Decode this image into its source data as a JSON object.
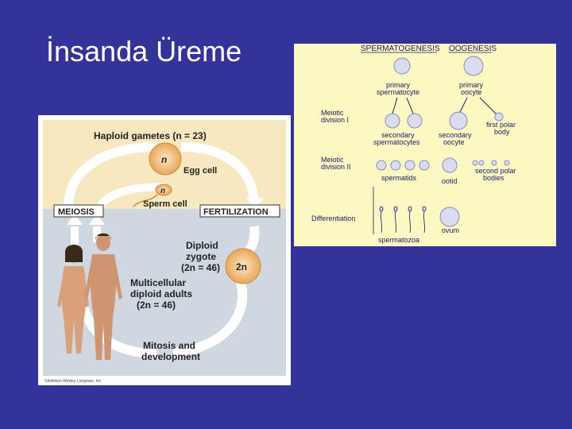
{
  "slide": {
    "title": "İnsanda Üreme"
  },
  "left_figure": {
    "haploid_gametes": "Haploid gametes (n = 23)",
    "gamete_n1": "n",
    "gamete_n2": "n",
    "egg_cell": "Egg cell",
    "sperm_cell": "Sperm cell",
    "meiosis": "MEIOSIS",
    "fertilization": "FERTILIZATION",
    "diploid_zygote_l1": "Diploid",
    "diploid_zygote_l2": "zygote",
    "diploid_zygote_l3": "(2n = 46)",
    "zygote_2n": "2n",
    "adults_l1": "Multicellular",
    "adults_l2": "diploid adults",
    "adults_l3": "(2n = 46)",
    "mitosis_l1": "Mitosis and",
    "mitosis_l2": "development",
    "copyright": "©Addison Wesley Longman, Inc.",
    "colors": {
      "top_band": "#f8e8c0",
      "bottom_band": "#cfd8e0",
      "arrow": "#ffffff",
      "cell": "#f5c88a"
    }
  },
  "right_figure": {
    "spermatogenesis": "SPERMATOGENESIS",
    "oogenesis": "OOGENESIS",
    "primary_spermatocyte_l1": "primary",
    "primary_spermatocyte_l2": "spermatocyte",
    "primary_oocyte_l1": "primary",
    "primary_oocyte_l2": "oocyte",
    "meiotic1_l1": "Meiotic",
    "meiotic1_l2": "division I",
    "secondary_spermatocytes_l1": "secondary",
    "secondary_spermatocytes_l2": "spermatocytes",
    "secondary_oocyte_l1": "secondary",
    "secondary_oocyte_l2": "oocyte",
    "first_polar_l1": "first polar",
    "first_polar_l2": "body",
    "meiotic2_l1": "Meiotic",
    "meiotic2_l2": "division II",
    "spermatids": "spermatids",
    "ootid": "ootid",
    "second_polar_l1": "second polar",
    "second_polar_l2": "bodies",
    "differentiation": "Differentiation",
    "ovum": "ovum",
    "spermatozoa": "spermatozoa"
  }
}
